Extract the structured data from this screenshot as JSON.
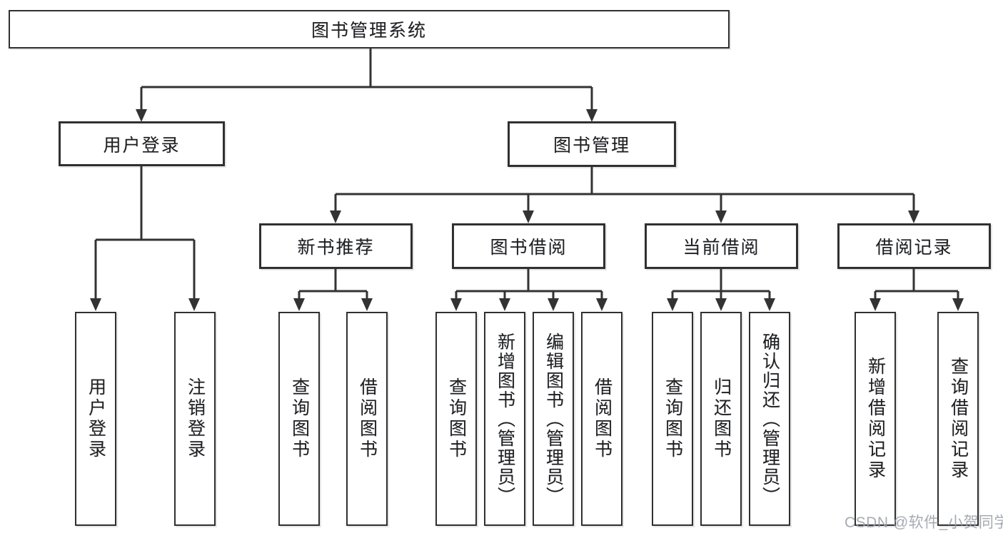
{
  "diagram": {
    "type": "hierarchy-diagram",
    "watermark": "CSDN @软件_小贺同学",
    "colors": {
      "line": "#333333",
      "border": "#303030",
      "text": "#1f1f1f",
      "background": "#ffffff",
      "watermark_text": "#99a0a8"
    },
    "tree": {
      "label": "图书管理系统",
      "children": [
        {
          "label": "用户登录",
          "children": [
            {
              "label": "用户登录"
            },
            {
              "label": "注销登录"
            }
          ]
        },
        {
          "label": "图书管理",
          "children": [
            {
              "label": "新书推荐",
              "children": [
                {
                  "label": "查询图书"
                },
                {
                  "label": "借阅图书"
                }
              ]
            },
            {
              "label": "图书借阅",
              "children": [
                {
                  "label": "查询图书"
                },
                {
                  "label": "新增图书（管理员）"
                },
                {
                  "label": "编辑图书（管理员）"
                },
                {
                  "label": "借阅图书"
                }
              ]
            },
            {
              "label": "当前借阅",
              "children": [
                {
                  "label": "查询图书"
                },
                {
                  "label": "归还图书"
                },
                {
                  "label": "确认归还（管理员）"
                }
              ]
            },
            {
              "label": "借阅记录",
              "children": [
                {
                  "label": "新增借阅记录"
                },
                {
                  "label": "查询借阅记录"
                }
              ]
            }
          ]
        }
      ]
    }
  }
}
